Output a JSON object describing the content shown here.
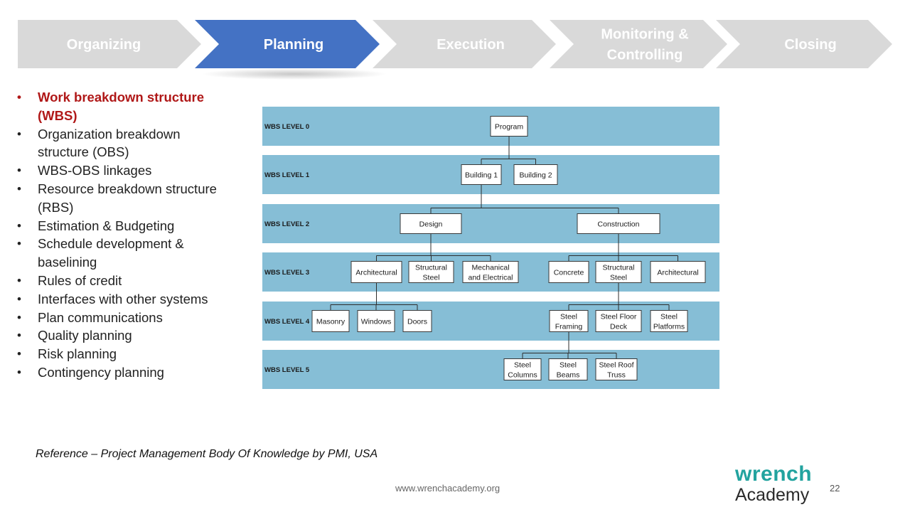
{
  "phases": [
    {
      "label_lines": [
        "Organizing"
      ],
      "active": false
    },
    {
      "label_lines": [
        "Planning"
      ],
      "active": true
    },
    {
      "label_lines": [
        "Execution"
      ],
      "active": false
    },
    {
      "label_lines": [
        "Monitoring &",
        "Controlling"
      ],
      "active": false
    },
    {
      "label_lines": [
        "Closing"
      ],
      "active": false
    }
  ],
  "colors": {
    "phase_inactive": "#d9d9d9",
    "phase_active": "#4472c4",
    "band": "#86bed6",
    "logo_teal": "#22a39f",
    "active_bullet": "#b01818"
  },
  "bullets": [
    {
      "text": "Work breakdown structure (WBS)",
      "active": true
    },
    {
      "text": "Organization breakdown structure (OBS)"
    },
    {
      "text": "WBS-OBS linkages"
    },
    {
      "text": "Resource breakdown structure (RBS)"
    },
    {
      "text": "Estimation & Budgeting"
    },
    {
      "text": "Schedule development & baselining"
    },
    {
      "text": " Rules of credit"
    },
    {
      "text": "Interfaces with other systems"
    },
    {
      "text": "Plan communications"
    },
    {
      "text": "Quality planning"
    },
    {
      "text": "Risk planning"
    },
    {
      "text": "Contingency planning"
    }
  ],
  "wbs": {
    "levels": [
      "WBS LEVEL 0",
      "WBS LEVEL 1",
      "WBS LEVEL 2",
      "WBS LEVEL 3",
      "WBS LEVEL 4",
      "WBS LEVEL 5"
    ],
    "root": {
      "label": [
        "Program"
      ],
      "children": [
        {
          "label": [
            "Building 1"
          ],
          "children": [
            {
              "label": [
                "Design"
              ],
              "children": [
                {
                  "label": [
                    "Architectural"
                  ],
                  "children": [
                    {
                      "label": [
                        "Masonry"
                      ]
                    },
                    {
                      "label": [
                        "Windows"
                      ]
                    },
                    {
                      "label": [
                        "Doors"
                      ]
                    }
                  ]
                },
                {
                  "label": [
                    "Structural",
                    "Steel"
                  ]
                },
                {
                  "label": [
                    "Mechanical",
                    "and Electrical"
                  ]
                }
              ]
            },
            {
              "label": [
                "Construction"
              ],
              "children": [
                {
                  "label": [
                    "Concrete"
                  ]
                },
                {
                  "label": [
                    "Structural",
                    "Steel"
                  ],
                  "children": [
                    {
                      "label": [
                        "Steel",
                        "Framing"
                      ],
                      "children": [
                        {
                          "label": [
                            "Steel",
                            "Columns"
                          ]
                        },
                        {
                          "label": [
                            "Steel",
                            "Beams"
                          ]
                        },
                        {
                          "label": [
                            "Steel Roof",
                            "Truss"
                          ]
                        }
                      ]
                    },
                    {
                      "label": [
                        "Steel Floor",
                        "Deck"
                      ]
                    },
                    {
                      "label": [
                        "Steel",
                        "Platforms"
                      ]
                    }
                  ]
                },
                {
                  "label": [
                    "Architectural"
                  ]
                }
              ]
            }
          ]
        },
        {
          "label": [
            "Building 2"
          ]
        }
      ]
    }
  },
  "footer": {
    "reference": "Reference – Project Management Body Of Knowledge by PMI, USA",
    "website": "www.wrenchacademy.org",
    "logo_top": "wrench",
    "logo_bottom": "Academy",
    "page_number": "22"
  }
}
